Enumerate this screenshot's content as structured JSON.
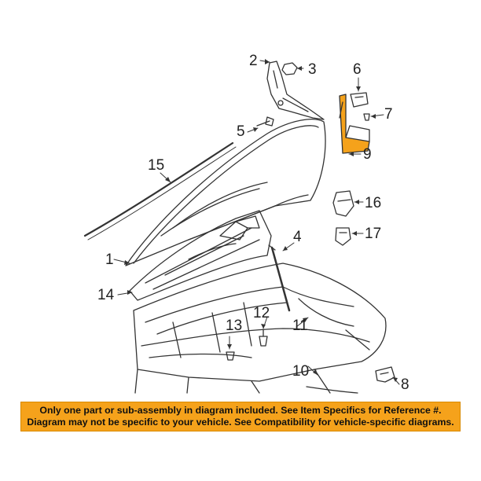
{
  "callouts": {
    "c1": "1",
    "c2": "2",
    "c3": "3",
    "c4": "4",
    "c5": "5",
    "c6": "6",
    "c7": "7",
    "c8": "8",
    "c9": "9",
    "c10": "10",
    "c11": "11",
    "c12": "12",
    "c13": "13",
    "c14": "14",
    "c15": "15",
    "c16": "16",
    "c17": "17"
  },
  "banner": {
    "line1": "Only one part or sub-assembly in diagram included. See Item Specifics for Reference #.",
    "line2": "Diagram may not be specific to your vehicle. See Compatibility for vehicle-specific diagrams."
  },
  "colors": {
    "highlight": "#f5a21b",
    "linework": "#333333"
  }
}
